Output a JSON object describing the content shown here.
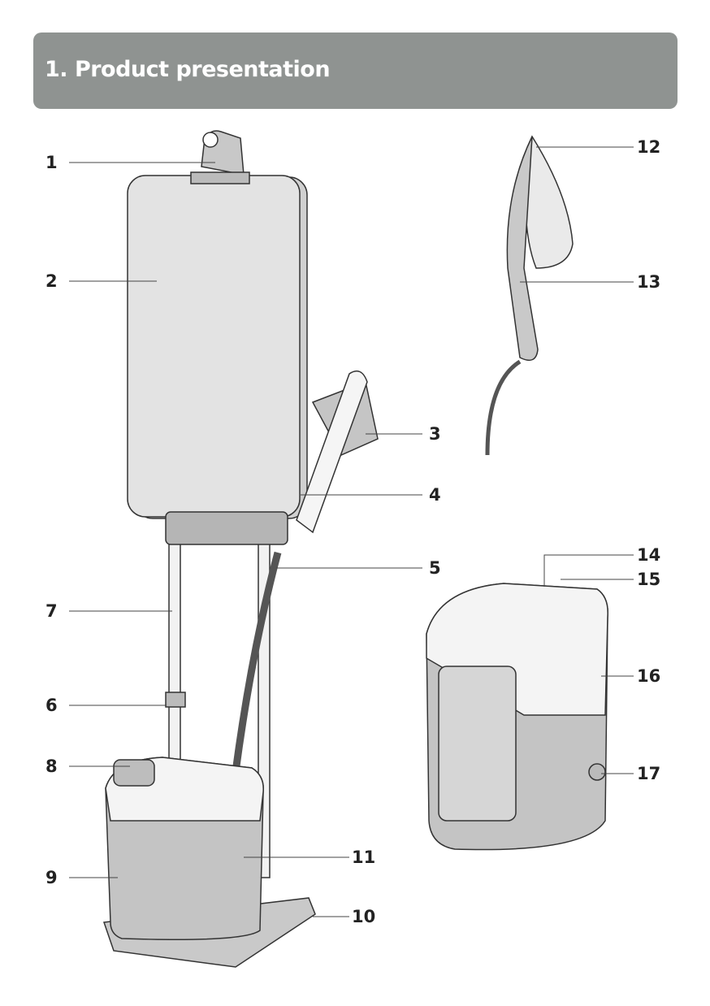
{
  "section_title": "1. Product presentation",
  "callouts": [
    "1",
    "2",
    "3",
    "4",
    "5",
    "6",
    "7",
    "8",
    "9",
    "10",
    "11",
    "12",
    "13",
    "14",
    "15",
    "16",
    "17"
  ]
}
